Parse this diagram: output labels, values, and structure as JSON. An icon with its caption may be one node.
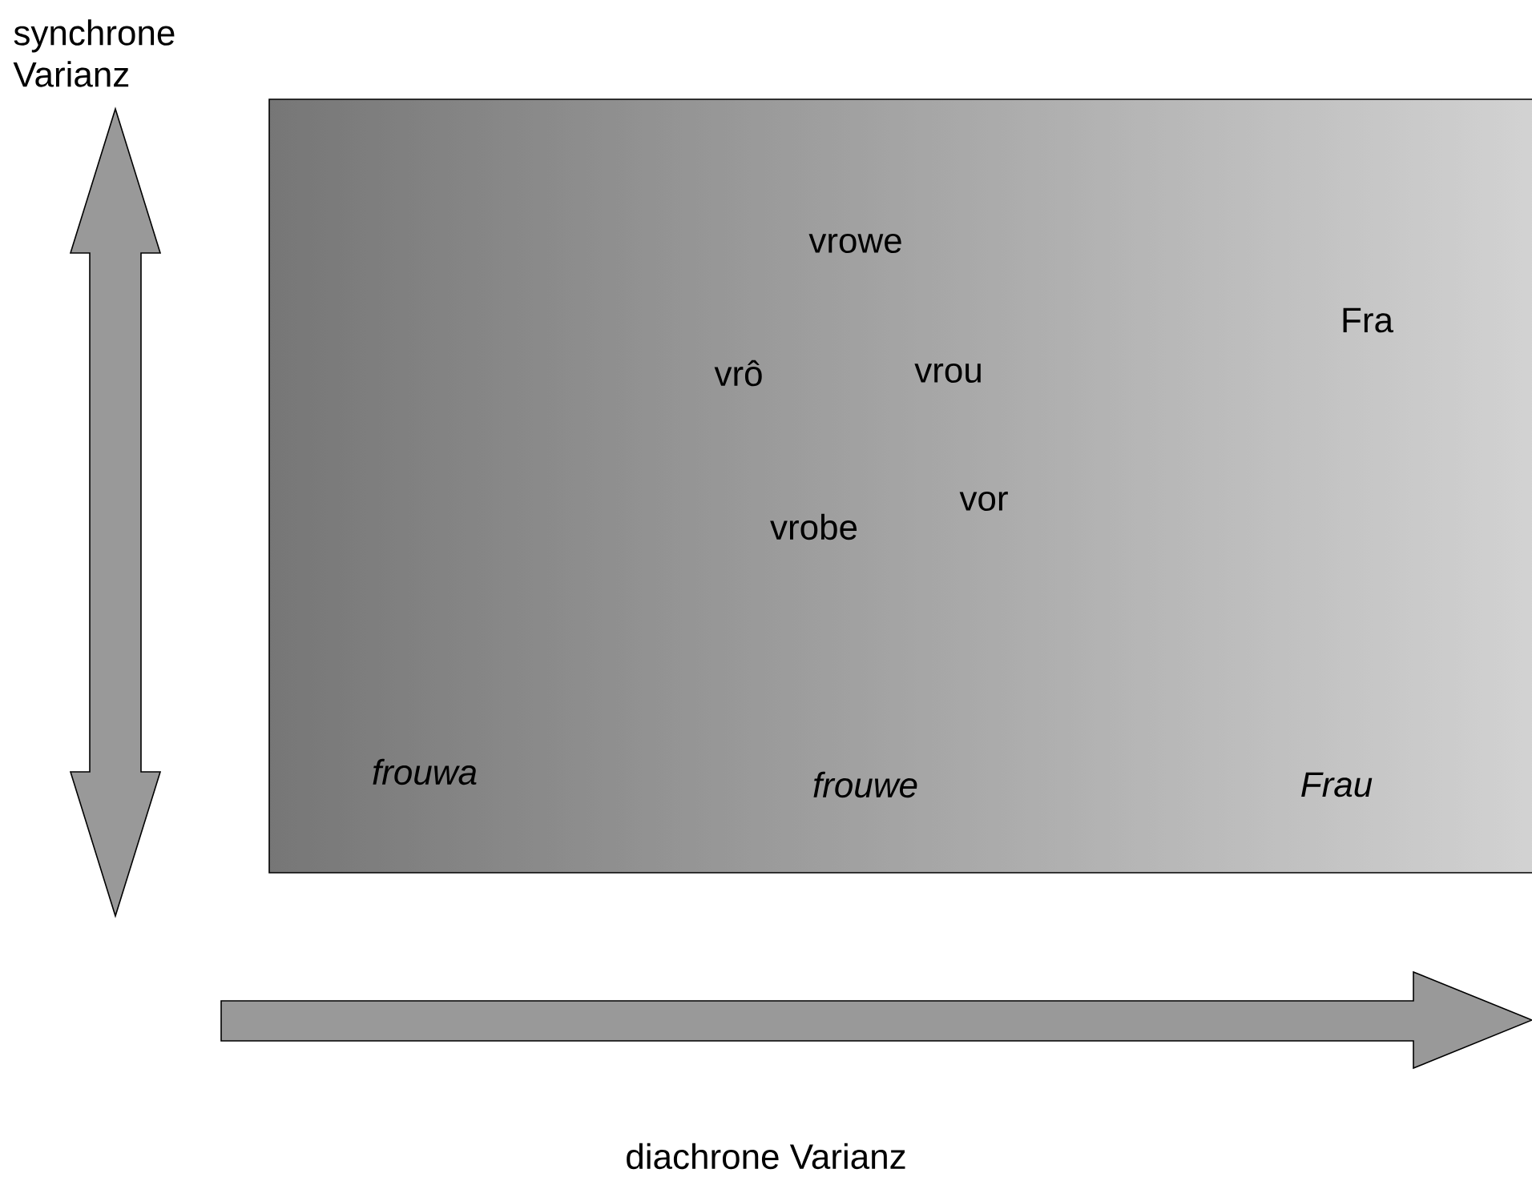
{
  "diagram": {
    "nodes": [
      {
        "text": [
          "vrowe",
          "Fra",
          "vrô",
          "vrou",
          "vor",
          "vrobe",
          "*frouwa*",
          "*frouwe*",
          "*Frau*"
        ]
      }
    ],
    "labels": [
      "synchrone Varianz",
      "diachrone Varianz"
    ]
  }
}
